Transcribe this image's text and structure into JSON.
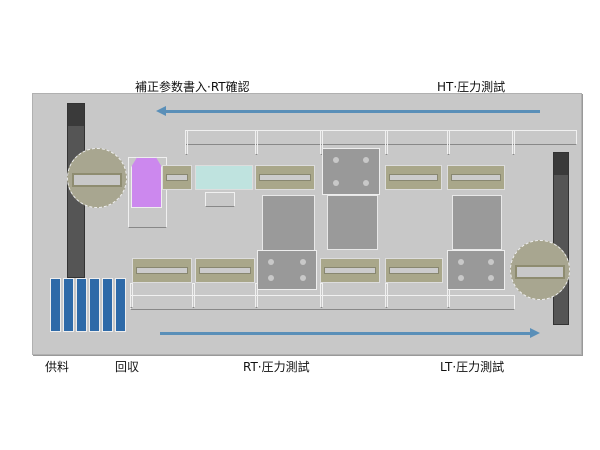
{
  "labels": {
    "top_left": "補正参数書入·RT確認",
    "top_right": "HT·圧力測試",
    "bottom_supply": "供料",
    "bottom_recover": "回収",
    "bottom_rt": "RT·圧力測試",
    "bottom_lt": "LT·圧力測試"
  },
  "colors": {
    "panel": "#c8c8c8",
    "conveyor": "#a9a78a",
    "station_purple": "#cc88ee",
    "station_teal": "#bfe3df",
    "tray_blue": "#2e6aa8",
    "flow_arrow": "#5a8fb8"
  }
}
